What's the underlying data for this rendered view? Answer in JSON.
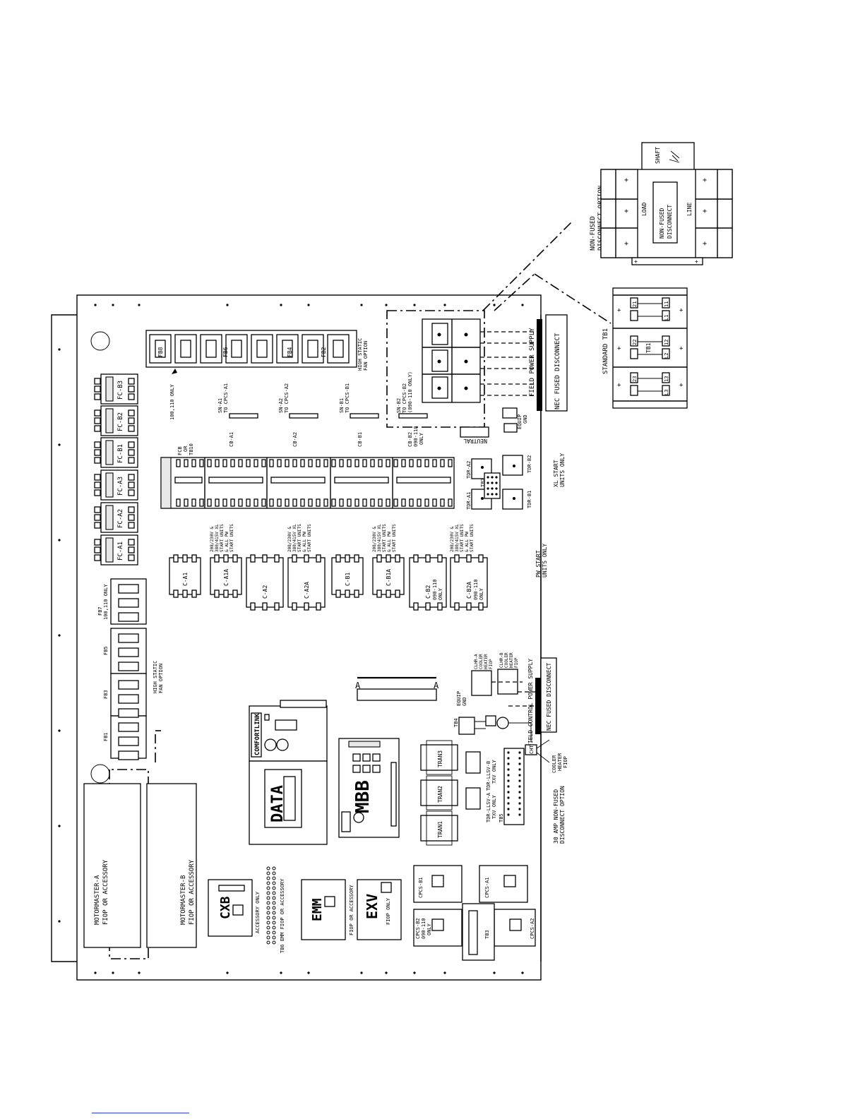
{
  "labels": {
    "non_fused_option": [
      "NON-FUSED",
      "DISCONNECT OPTION"
    ],
    "shaft": "SHAFT",
    "load": "LOAD",
    "line": "LINE",
    "non_fused_disconnect": [
      "NON-FUSED",
      "DISCONNECT"
    ],
    "standard_tb1": "STANDARD TB1",
    "tb1": "TB1",
    "tb1_terminals": [
      "21",
      "11",
      "22",
      "12",
      "23",
      "13",
      "L1",
      "L2",
      "L3"
    ],
    "nec_fused_disconnect": "NEC FUSED DISCONNECT",
    "field_power_supply": "FIELD POWER SUPPLY",
    "equip_gnd": [
      "EQUIP",
      "GND"
    ],
    "neutral": "NEUTRAL",
    "sn_b2": [
      "SN-B2",
      "TO CPCS-B2",
      "(090-110 ONLY)"
    ],
    "sn_a1": [
      "SN-A1",
      "TO CPCS-A1"
    ],
    "sn_a2": [
      "SN-A2",
      "TO CPCS-A2"
    ],
    "sn_b1": [
      "SN-B1",
      "TO CPCS-B1"
    ],
    "fb_top": [
      "FB8",
      "FB6",
      "FB4",
      "FB2"
    ],
    "high_static_fan_option": [
      "HIGH STATIC",
      "FAN OPTION"
    ],
    "only_100_110": "100,110 ONLY",
    "fc_labels": [
      "FC-B3",
      "FC-B2",
      "FC-B1",
      "FC-A3",
      "FC-A2",
      "FC-A1"
    ],
    "cb_labels": [
      "FCB",
      "OR",
      "TB10",
      "CB-A1",
      "CB-A2",
      "CB-B1",
      "CB-B2",
      "090-110",
      "ONLY"
    ],
    "xl_start": [
      "XL START",
      "UNITS ONLY"
    ],
    "pw_start": [
      "PW START",
      "UNITS ONLY"
    ],
    "tdr": [
      "TDR-A2",
      "TDR-B2",
      "TDR-A1",
      "TDR-B1",
      "TB2"
    ],
    "contactors": [
      "C-A1",
      "C-A1A",
      "C-A2",
      "C-A2A",
      "C-B1",
      "C-B1A",
      "C-B2",
      "C-B2A"
    ],
    "contactor_notes": [
      "208/230V &",
      "380/415V XL",
      "START UNITS",
      "& ALL PW",
      "START UNITS"
    ],
    "c_b2_note": [
      "090-110",
      "ONLY"
    ],
    "fb_left": [
      "FB7",
      "100,110 ONLY",
      "FB5",
      "FB3",
      "FB1"
    ],
    "field_control_power_supply": "FIELD CONTROL POWER SUPPLY",
    "clhr_a": [
      "CLHR-A",
      "COOLER",
      "HEATER",
      "FIOP"
    ],
    "clhr_b": [
      "CLHR-B",
      "COOLER",
      "HEATER",
      "FIOP"
    ],
    "tb4": "TB4",
    "cht": "CHT",
    "cooler_heater_fiop": [
      "COOLER",
      "HEATER",
      "FIOP"
    ],
    "amp30_option": [
      "30 AMP NON-FUSED",
      "DISCONNECT OPTION"
    ],
    "comfortlink": "COMFORTLINK",
    "data": "DATA",
    "mbb": "MBB",
    "tran": [
      "TRAN3",
      "TRAN2",
      "TRAN1"
    ],
    "tdr_llsv": [
      "TDR-LLSV-B",
      "TXV ONLY",
      "TDR-LLSV-A",
      "TXV ONLY",
      "TB5"
    ],
    "motormaster_a": [
      "MOTORMASTER-A",
      "FIOP OR ACCESSORY"
    ],
    "motormaster_b": [
      "MOTORMASTER-B",
      "FIOP OR ACCESSORY"
    ],
    "cxb": "CXB",
    "accessory_only": "ACCESSORY ONLY",
    "tb6_emm": "TB6 EMM FIOP OR ACCESSORY",
    "emm": "EMM",
    "emm_note": "FIOP OR ACCESSORY",
    "exv": "EXV",
    "exv_note": "FIOP ONLY",
    "cpcs": [
      "CPCS-B1",
      "CPCS-A1",
      "CPCS-B2",
      "090-110",
      "ONLY",
      "CPCS-A2"
    ],
    "tb3": "TB3",
    "rail_mark": "A"
  }
}
